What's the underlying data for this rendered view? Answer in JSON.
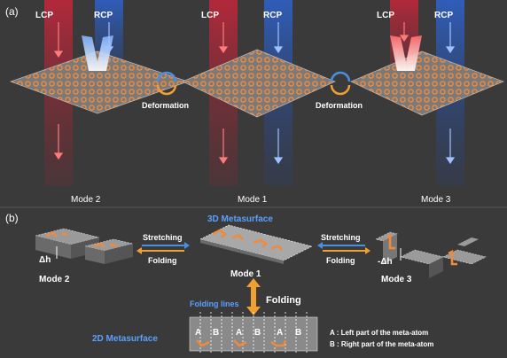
{
  "colors": {
    "background": "#3b3b3b",
    "lcp_beam": "#d2323c",
    "rcp_beam": "#3d6fd0",
    "metasurface": "#f08a3c",
    "label_blue": "#5aa0ff",
    "arrow_orange": "#f0a030",
    "arrow_blue": "#4a90e2"
  },
  "panel_a": {
    "label": "(a)",
    "beam_labels": {
      "lcp": "LCP",
      "rcp": "RCP"
    },
    "deformation_label": "Deformation",
    "modes": [
      "Mode 2",
      "Mode 1",
      "Mode 3"
    ]
  },
  "panel_b": {
    "label": "(b)",
    "title_3d": "3D Metasurface",
    "title_2d": "2D Metasurface",
    "stretching": "Stretching",
    "folding": "Folding",
    "modes": {
      "mode2": "Mode 2",
      "mode1": "Mode 1",
      "mode3": "Mode 3"
    },
    "delta_plus": "Δh",
    "delta_minus": "-Δh",
    "folding_action": "Folding",
    "folding_lines": "Folding lines",
    "letters": [
      "A",
      "B",
      "A",
      "B",
      "A",
      "B"
    ],
    "legend": [
      "A : Left part of the meta-atom",
      "B : Right part of the meta-atom"
    ]
  }
}
